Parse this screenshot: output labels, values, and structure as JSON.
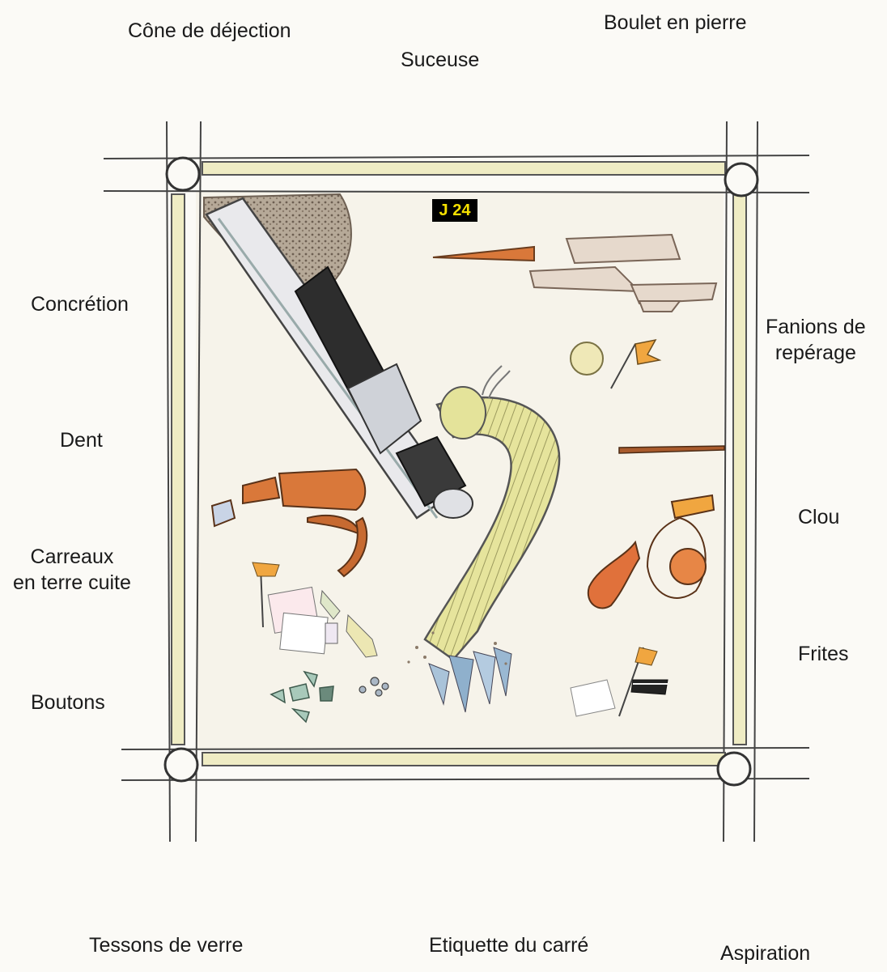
{
  "labels": {
    "cone_dejection": "Cône de déjection",
    "suceuse": "Suceuse",
    "boulet_pierre": "Boulet en pierre",
    "concretion": "Concrétion",
    "fanions_line1": "Fanions de",
    "fanions_line2": "repérage",
    "dent": "Dent",
    "clou": "Clou",
    "carreaux_line1": "Carreaux",
    "carreaux_line2": "en terre cuite",
    "frites": "Frites",
    "boutons": "Boutons",
    "tessons_verre": "Tessons de verre",
    "etiquette_carre": "Etiquette du carré",
    "aspiration": "Aspiration"
  },
  "square_tag": "J 24",
  "colors": {
    "frame_pole": "#efecc4",
    "terracotta": "#d9783a",
    "hose_yellow": "#e4e39a",
    "pencil": "#3a3a3a",
    "tag_bg": "#000000",
    "tag_text": "#f5e000"
  }
}
